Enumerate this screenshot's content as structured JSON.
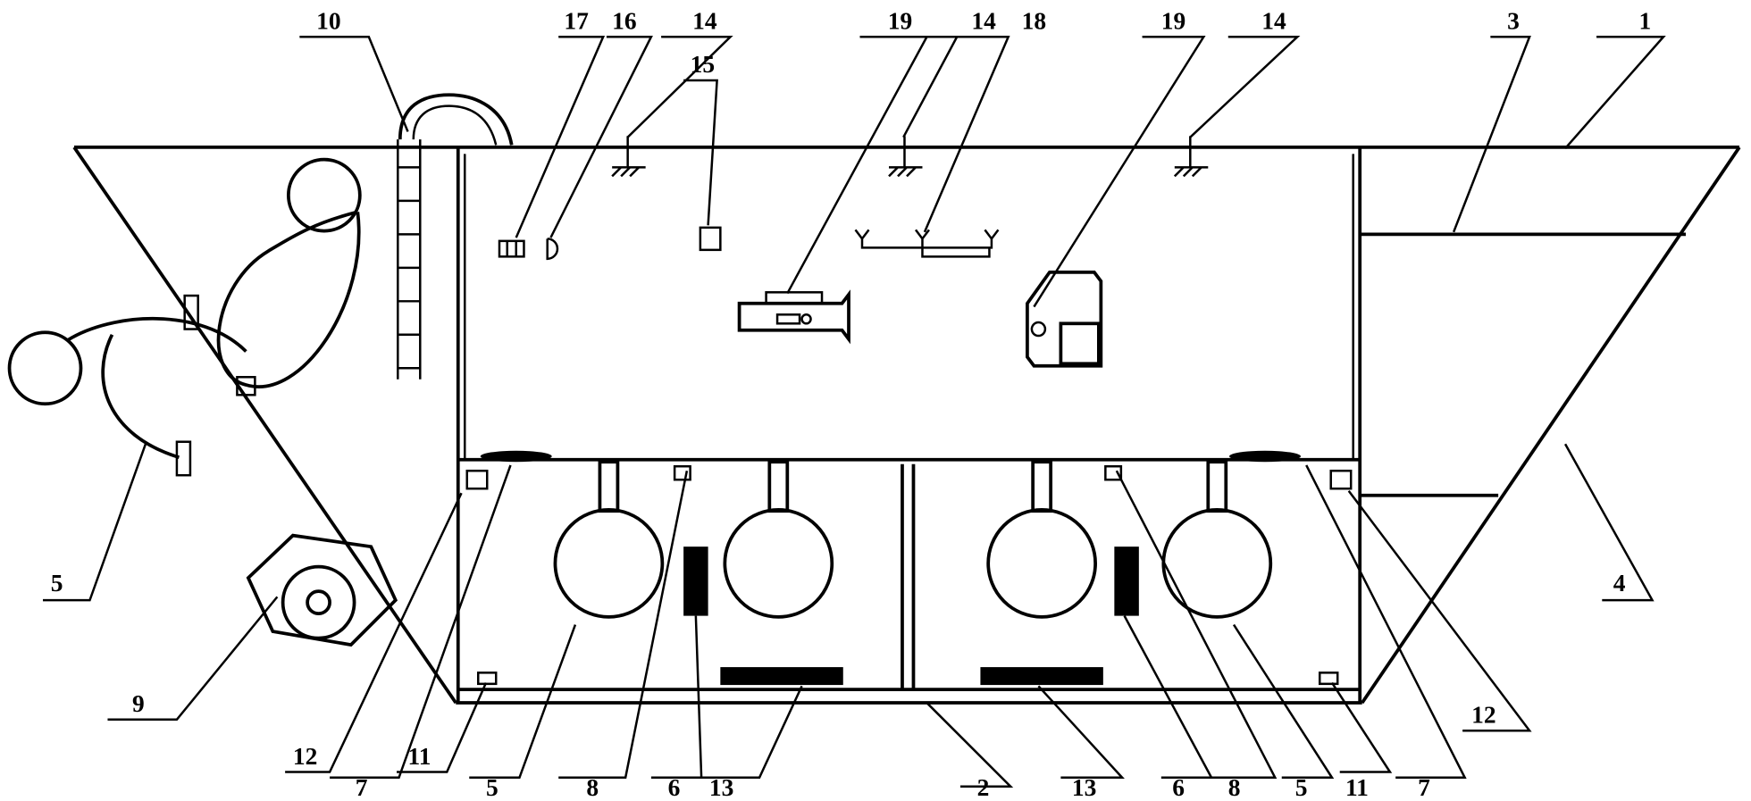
{
  "title": "Patent diagram with numbered parts",
  "labels": {
    "top": [
      "10",
      "17",
      "16",
      "14",
      "15",
      "19",
      "14",
      "18",
      "19",
      "14",
      "3",
      "1"
    ],
    "side": [
      "5",
      "9",
      "4"
    ],
    "bottom": [
      "12",
      "7",
      "11",
      "5",
      "8",
      "6",
      "13",
      "2",
      "13",
      "6",
      "8",
      "5",
      "11",
      "7",
      "12"
    ]
  }
}
